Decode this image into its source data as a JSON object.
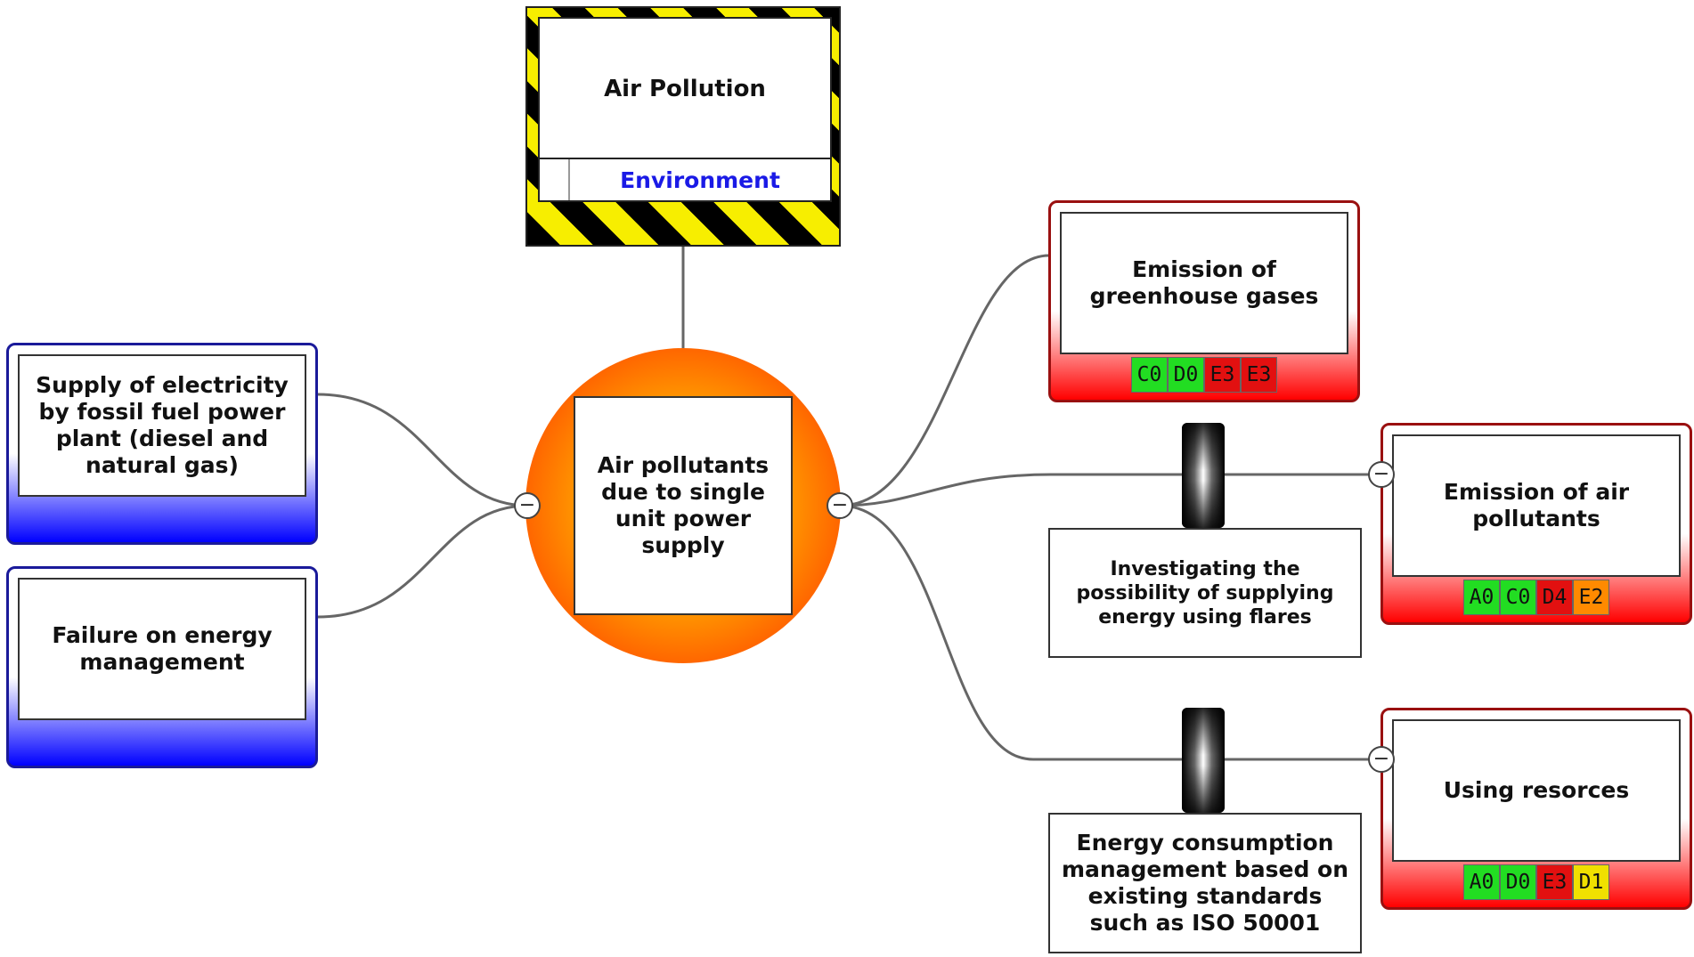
{
  "hazard": {
    "title": "Air Pollution",
    "category": "Environment"
  },
  "top_event": {
    "label": "Air pollutants due to single unit power supply"
  },
  "threats": [
    {
      "label": "Supply of electricity by fossil fuel power plant (diesel and natural gas)"
    },
    {
      "label": "Failure on energy management"
    }
  ],
  "barriers": [
    {
      "label": "Investigating the possibility of supplying energy using flares"
    },
    {
      "label": "Energy consumption management based on existing standards such as ISO 50001"
    }
  ],
  "consequences": [
    {
      "label": "Emission of greenhouse gases",
      "badges": [
        {
          "text": "C0",
          "color": "#22dd22"
        },
        {
          "text": "D0",
          "color": "#22dd22"
        },
        {
          "text": "E3",
          "color": "#e21010"
        },
        {
          "text": "E3",
          "color": "#e21010"
        }
      ]
    },
    {
      "label": "Emission of air pollutants",
      "badges": [
        {
          "text": "A0",
          "color": "#22dd22"
        },
        {
          "text": "C0",
          "color": "#22dd22"
        },
        {
          "text": "D4",
          "color": "#e21010"
        },
        {
          "text": "E2",
          "color": "#ff8a00"
        }
      ]
    },
    {
      "label": "Using resorces",
      "badges": [
        {
          "text": "A0",
          "color": "#22dd22"
        },
        {
          "text": "D0",
          "color": "#22dd22"
        },
        {
          "text": "E3",
          "color": "#e21010"
        },
        {
          "text": "D1",
          "color": "#f0e000"
        }
      ]
    }
  ],
  "colors": {
    "hazard_stripe_dark": "#000000",
    "hazard_stripe_light": "#f7ee00",
    "threat_gradient": "#0000ff",
    "consequence_gradient": "#ff0000",
    "top_event_outer": "#ff2a00",
    "top_event_inner": "#ffb000",
    "category_text": "#1a1ae6"
  },
  "icons": {
    "collapse": "minus-circle-icon"
  }
}
